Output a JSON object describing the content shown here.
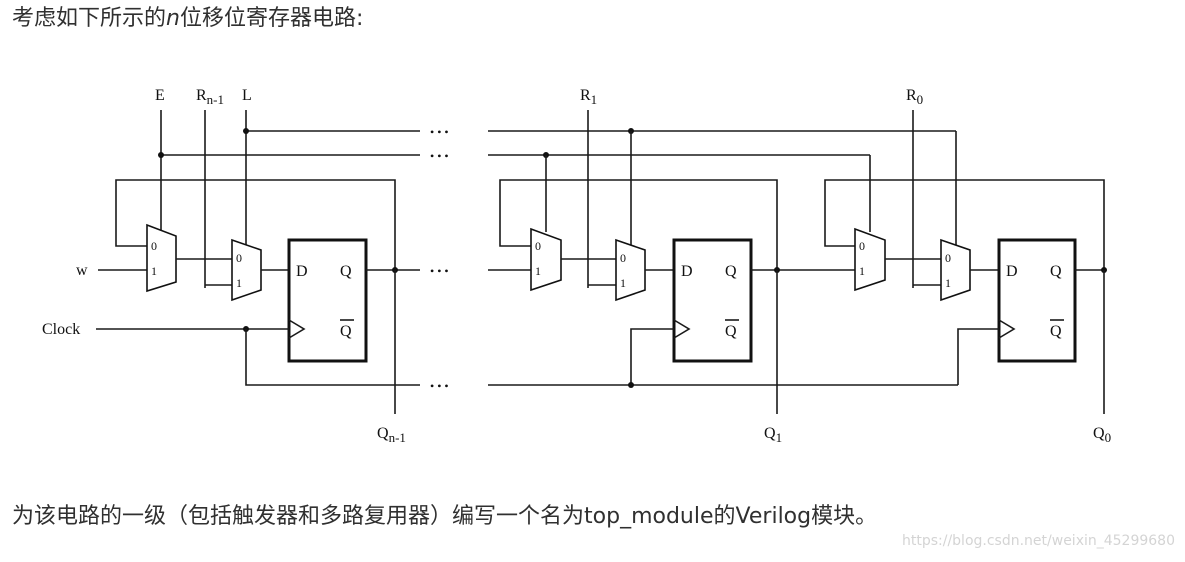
{
  "heading": {
    "before": "考虑如下所示的",
    "var": "n",
    "after": "位移位寄存器电路:"
  },
  "footer": {
    "before": "为该电路的一级（包括触发器和多路复用器）编写一个名为",
    "module": "top_module",
    "middle": "的",
    "lang": "Verilog",
    "after": "模块。"
  },
  "watermark": "https://blog.csdn.net/weixin_45299680",
  "circuit": {
    "inputs": {
      "E": "E",
      "R_base": "R",
      "R_sub_n1": "n-1",
      "R_sub_1": "1",
      "R_sub_0": "0",
      "L": "L",
      "w": "w",
      "clock": "Clock"
    },
    "outputs": {
      "Q_base": "Q",
      "Q_sub_n1": "n-1",
      "Q_sub_1": "1",
      "Q_sub_0": "0"
    },
    "mux_labels": {
      "in0": "0",
      "in1": "1"
    },
    "ff_labels": {
      "d": "D",
      "q": "Q",
      "qbar": "Q"
    },
    "ellipsis": "• • •"
  }
}
